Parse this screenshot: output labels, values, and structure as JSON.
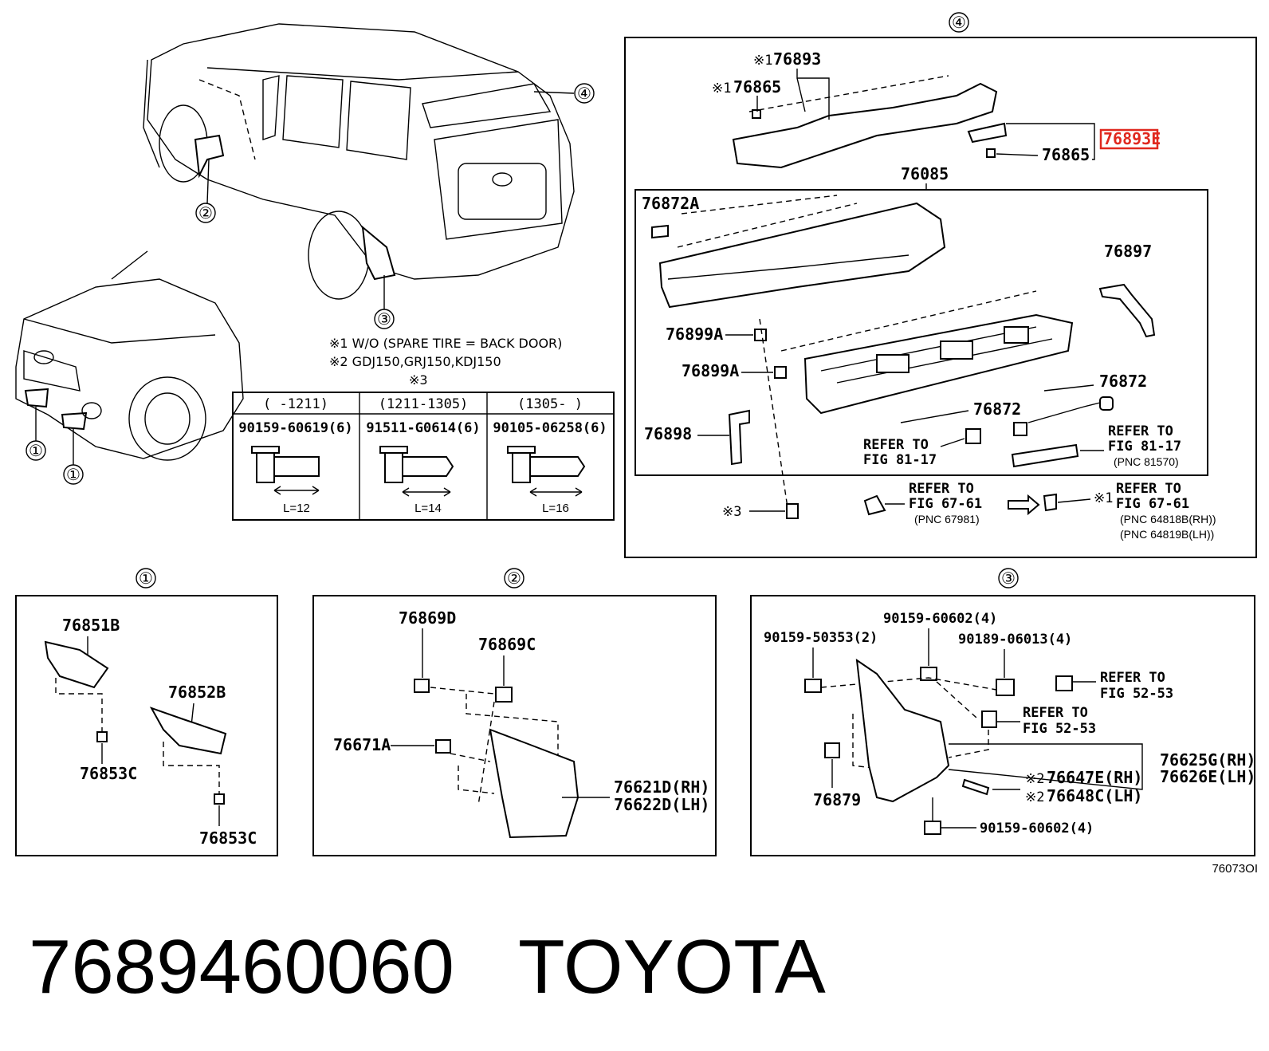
{
  "footer": {
    "part_number": "7689460060",
    "brand": "TOYOTA"
  },
  "figure_code": "76073OI",
  "section_markers": {
    "s1": "①",
    "s2": "②",
    "s3": "③",
    "s4": "④"
  },
  "notes": {
    "n1": "※1 W/O (SPARE TIRE = BACK DOOR)",
    "n2": "※2 GDJ150,GRJ150,KDJ150",
    "n3": "※3"
  },
  "bolt_table": {
    "columns": [
      {
        "range": "(      -1211)",
        "part": "90159-60619(6)",
        "length": "L=12"
      },
      {
        "range": "(1211-1305)",
        "part": "91511-G0614(6)",
        "length": "L=14"
      },
      {
        "range": "(1305-      )",
        "part": "90105-06258(6)",
        "length": "L=16"
      }
    ]
  },
  "section4": {
    "top": {
      "p1": "76893",
      "p1_mark": "※1",
      "p2": "76865",
      "p2_mark": "※1",
      "p3_highlighted": "76893E",
      "p4": "76865"
    },
    "p76085": "76085",
    "p76872A": "76872A",
    "p76897": "76897",
    "p76899A_1": "76899A",
    "p76899A_2": "76899A",
    "p76872_1": "76872",
    "p76872_2": "76872",
    "p76898": "76898",
    "refer_a": {
      "l1": "REFER TO",
      "l2": "FIG 81-17"
    },
    "refer_b": {
      "l1": "REFER TO",
      "l2": "FIG 81-17",
      "l3": "(PNC 81570)"
    },
    "refer_c": {
      "l1": "REFER TO",
      "l2": "FIG 67-61",
      "l3": "(PNC 67981)"
    },
    "refer_d": {
      "l1": "REFER TO",
      "l2": "FIG 67-61",
      "l3": "(PNC 64818B(RH))",
      "l4": "(PNC 64819B(LH))",
      "mark": "※1"
    },
    "mark3": "※3"
  },
  "section1": {
    "a": "76851B",
    "b": "76853C",
    "c": "76852B",
    "d": "76853C"
  },
  "section2": {
    "a": "76869D",
    "b": "76869C",
    "c": "76671A",
    "d": "76621D(RH)",
    "e": "76622D(LH)"
  },
  "section3": {
    "a": "90159-50353(2)",
    "b": "90159-60602(4)",
    "c": "90189-06013(4)",
    "refer1": {
      "l1": "REFER TO",
      "l2": "FIG 52-53"
    },
    "refer2": {
      "l1": "REFER TO",
      "l2": "FIG 52-53"
    },
    "d": "76625G(RH)",
    "e": "76626E(LH)",
    "f": "76647E(RH)",
    "g": "76648C(LH)",
    "mark": "※2",
    "h": "76879",
    "i": "90159-60602(4)"
  }
}
